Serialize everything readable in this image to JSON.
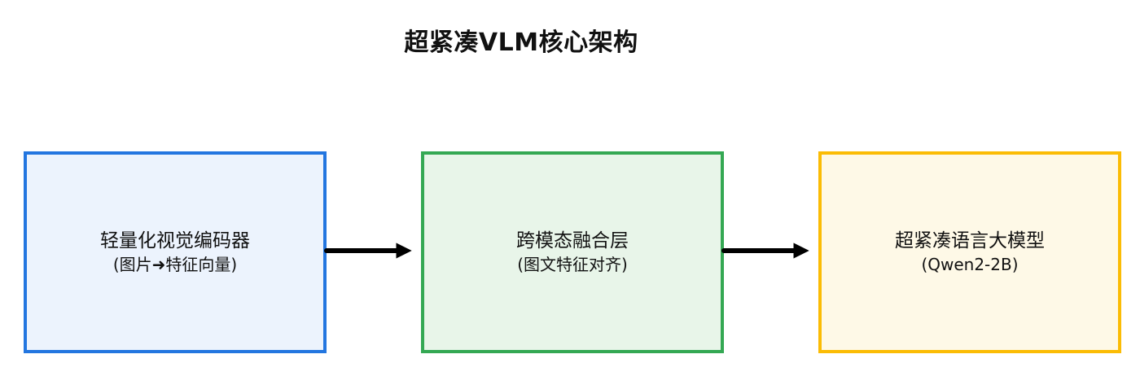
{
  "diagram": {
    "title": "超紧凑VLM核心架构",
    "nodes": [
      {
        "id": "encoder",
        "line1": "轻量化视觉编码器",
        "line2": "(图片➜特征向量)",
        "border_color": "#2376e0",
        "fill_color": "#ecf3fd"
      },
      {
        "id": "fusion",
        "line1": "跨模态融合层",
        "line2": "(图文特征对齐)",
        "border_color": "#34a853",
        "fill_color": "#e8f5e9"
      },
      {
        "id": "llm",
        "line1": "超紧凑语言大模型",
        "line2": "(Qwen2-2B)",
        "border_color": "#fbbc05",
        "fill_color": "#fef9e7"
      }
    ],
    "edges": [
      {
        "from": "encoder",
        "to": "fusion"
      },
      {
        "from": "fusion",
        "to": "llm"
      }
    ],
    "arrow_color": "#000000"
  }
}
